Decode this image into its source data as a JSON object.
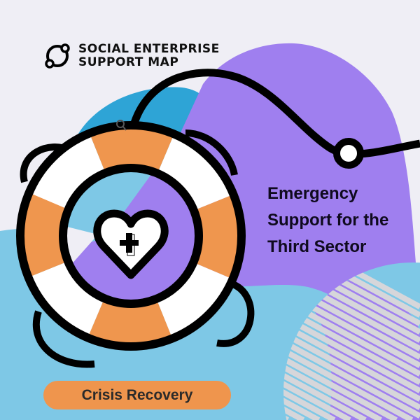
{
  "brand": {
    "name_line1": "SOCIAL ENTERPRISE",
    "name_line2": "SUPPORT MAP",
    "icon": "orbit-logo-icon"
  },
  "headline": {
    "line1": "Emergency",
    "line2": "Support for the",
    "line3": "Third Sector"
  },
  "tag": {
    "label": "Crisis Recovery"
  },
  "illustration": {
    "main": "lifebuoy-icon",
    "center": "heart-plus-icon",
    "cursor": "magnifier-icon"
  },
  "colors": {
    "background": "#efeef5",
    "purple": "#9f7fef",
    "blue": "#2ea4d6",
    "light_blue": "#7ec8e6",
    "orange": "#ef964e",
    "stripes": "#d6d6da",
    "ink": "#000000"
  }
}
